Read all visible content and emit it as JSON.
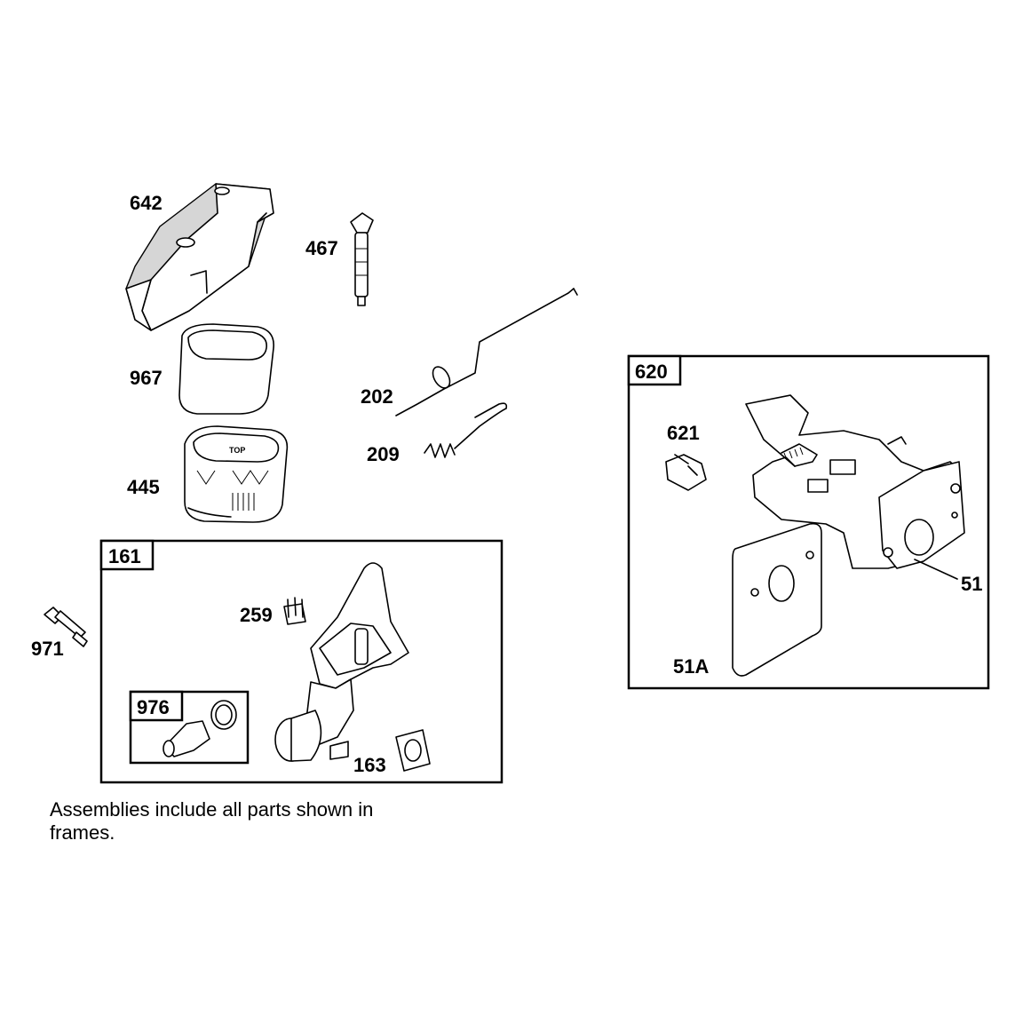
{
  "labels": {
    "p642": "642",
    "p467": "467",
    "p967": "967",
    "p202": "202",
    "p209": "209",
    "p445": "445",
    "p161": "161",
    "p259": "259",
    "p971": "971",
    "p976": "976",
    "p163": "163",
    "p620": "620",
    "p621": "621",
    "p51": "51",
    "p51a": "51A"
  },
  "filter_marking": "TOP",
  "note": "Assemblies include all parts shown in frames."
}
